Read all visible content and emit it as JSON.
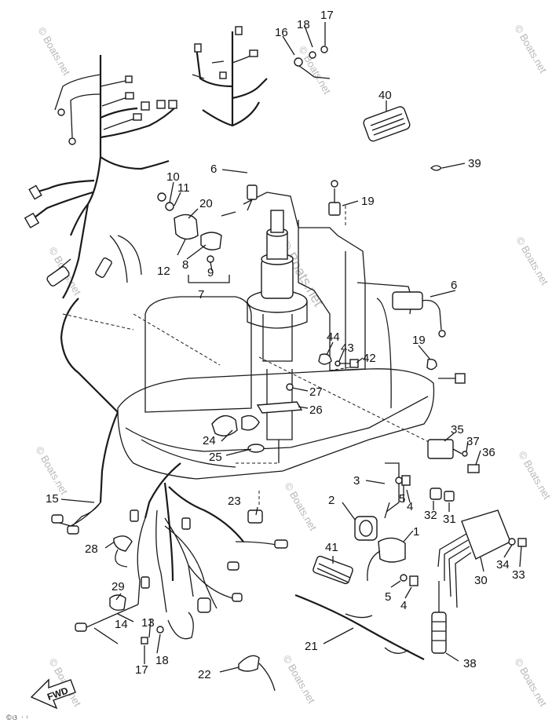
{
  "labels": {
    "l1": "1",
    "l2": "2",
    "l3": "3",
    "l4a": "4",
    "l4b": "4",
    "l5a": "5",
    "l5b": "5",
    "l6a": "6",
    "l6b": "6",
    "l7": "7",
    "l8": "8",
    "l9": "9",
    "l10": "10",
    "l11": "11",
    "l12": "12",
    "l13": "13",
    "l14": "14",
    "l15": "15",
    "l16": "16",
    "l17a": "17",
    "l17b": "17",
    "l18a": "18",
    "l18b": "18",
    "l19a": "19",
    "l19b": "19",
    "l20": "20",
    "l21": "21",
    "l22": "22",
    "l23": "23",
    "l24": "24",
    "l25": "25",
    "l26": "26",
    "l27": "27",
    "l28": "28",
    "l29": "29",
    "l30": "30",
    "l31": "31",
    "l32": "32",
    "l33": "33",
    "l34": "34",
    "l35": "35",
    "l36": "36",
    "l37": "37",
    "l38": "38",
    "l39": "39",
    "l40": "40",
    "l41": "41",
    "l42": "42",
    "l43": "43",
    "l44": "44"
  },
  "fwd": "FWD",
  "watermark": {
    "center": "© Boats.net",
    "tile": "© Boats.net"
  },
  "footer": "©ଓ᠎ ᠂ ᠄ ᠋ ᠌"
}
